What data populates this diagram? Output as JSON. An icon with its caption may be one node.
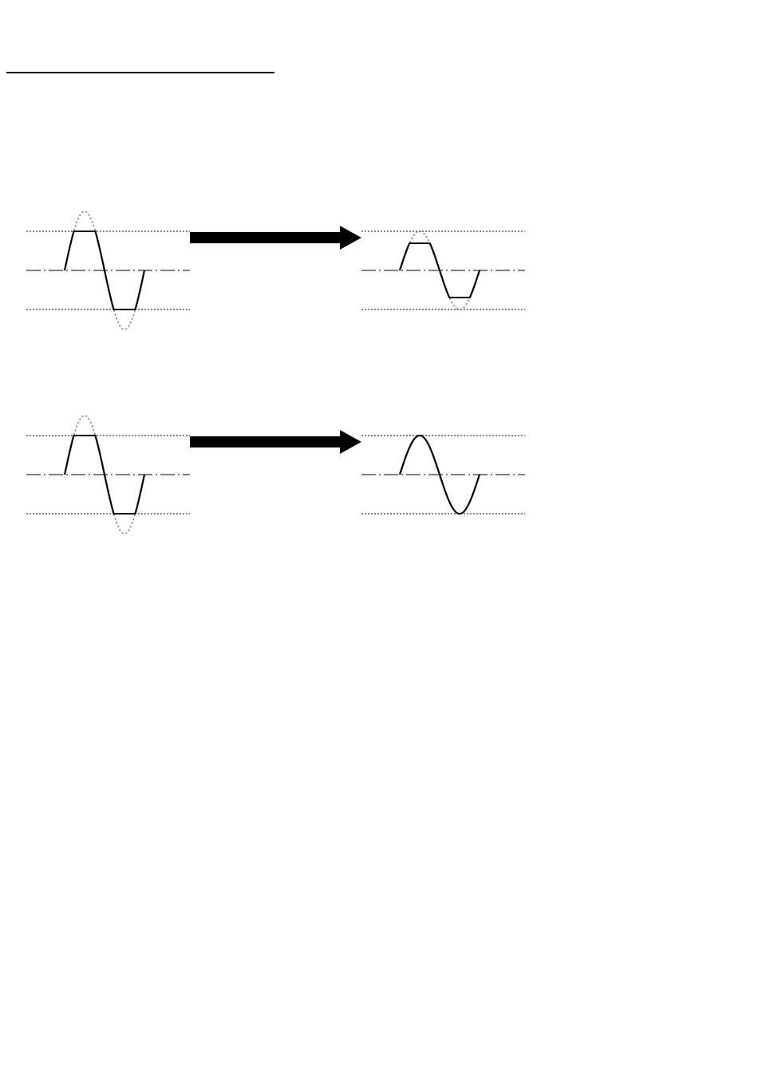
{
  "diagram": {
    "nodes": [
      {
        "text": [],
        "shape": "picture"
      },
      {
        "text": [],
        "shape": "picture"
      },
      {
        "text": [],
        "shape": "picture"
      },
      {
        "text": [],
        "shape": "picture"
      }
    ],
    "edges": [
      {
        "from": 0,
        "to": 1,
        "arrow": "to"
      },
      {
        "from": 2,
        "to": 3,
        "arrow": "to"
      }
    ]
  }
}
